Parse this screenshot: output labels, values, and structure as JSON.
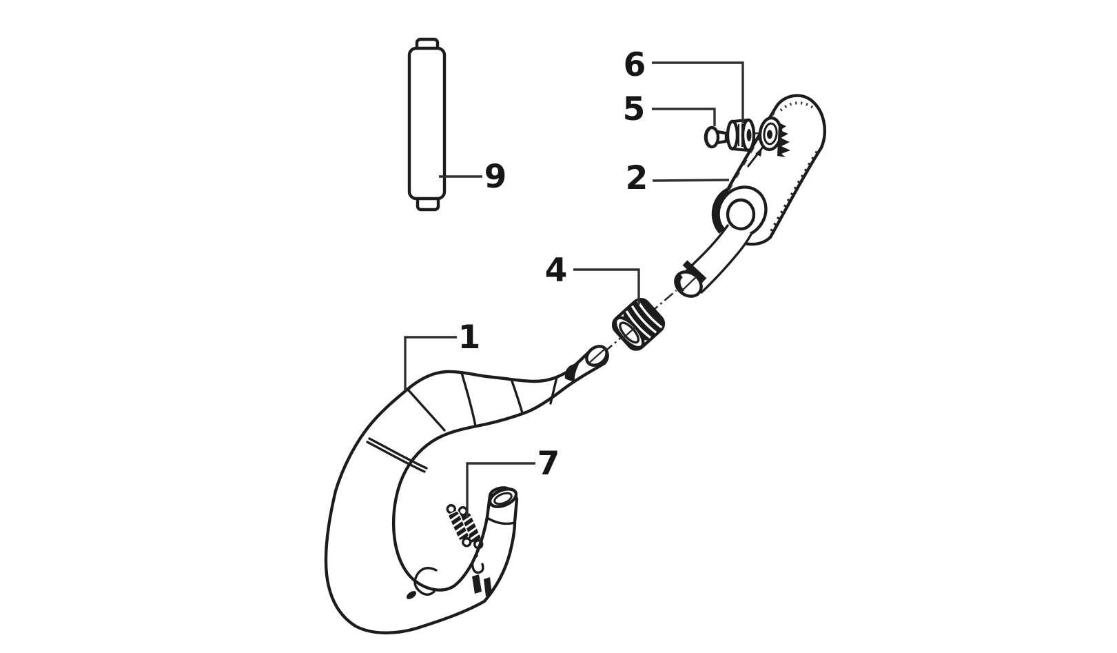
{
  "colors": {
    "background": "#ffffff",
    "ink": "#1c1c1c",
    "leader": "#303030"
  },
  "callouts": [
    {
      "number": "1",
      "part": "expansion-chamber-pipe"
    },
    {
      "number": "2",
      "part": "silencer"
    },
    {
      "number": "4",
      "part": "coupling-gasket"
    },
    {
      "number": "5",
      "part": "mounting-bolt"
    },
    {
      "number": "6",
      "part": "rubber-grommet"
    },
    {
      "number": "7",
      "part": "exhaust-springs"
    },
    {
      "number": "9",
      "part": "silencer-packing"
    }
  ]
}
